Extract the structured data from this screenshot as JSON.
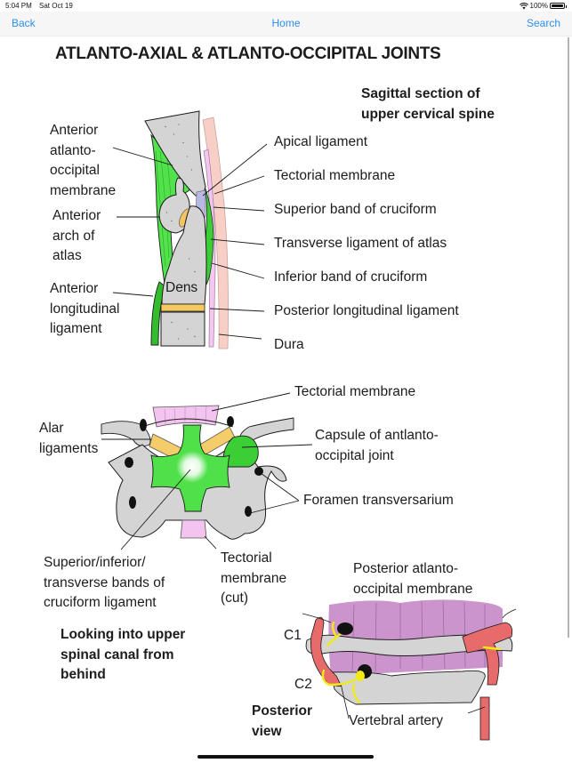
{
  "status_bar": {
    "time": "5:04 PM",
    "date": "Sat Oct 19",
    "wifi_icon": "wifi-icon",
    "battery_percent": "100%",
    "battery_level": 1.0,
    "battery_icon": "battery-icon"
  },
  "nav": {
    "back_label": "Back",
    "home_label": "Home",
    "search_label": "Search",
    "accent_color": "#2f8ff0"
  },
  "page": {
    "title": "ATLANTO-AXIAL & ATLANTO-OCCIPITAL JOINTS"
  },
  "sagittal_section": {
    "heading": [
      "Sagittal section of",
      "upper cervical spine"
    ],
    "bone_label": "Dens",
    "left_labels": [
      {
        "lines": [
          "Anterior",
          "atlanto-",
          "occipital",
          "membrane"
        ]
      },
      {
        "lines": [
          "Anterior",
          "arch of",
          "atlas"
        ]
      },
      {
        "lines": [
          "Anterior",
          "longitudinal",
          "ligament"
        ]
      }
    ],
    "right_labels": [
      "Apical ligament",
      "Tectorial membrane",
      "Superior band of cruciform",
      "Transverse ligament of atlas",
      "Inferior band of cruciform",
      "Posterior longitudinal ligament",
      "Dura"
    ]
  },
  "canal_view": {
    "caption": [
      "Looking into upper",
      "spinal canal from",
      "behind"
    ],
    "labels": {
      "tectorial_membrane": "Tectorial membrane",
      "alar_ligaments": [
        "Alar",
        "ligaments"
      ],
      "capsule": [
        "Capsule of antlanto-",
        "occipital joint"
      ],
      "foramen": "Foramen transversarium",
      "cruciform": [
        "Superior/inferior/",
        "transverse bands of",
        "cruciform ligament"
      ],
      "tectorial_cut": [
        "Tectorial",
        "membrane",
        "(cut)"
      ]
    }
  },
  "posterior_view": {
    "caption": [
      "Posterior",
      "view"
    ],
    "labels": {
      "membrane": [
        "Posterior atlanto-",
        "occipital membrane"
      ],
      "c1": "C1",
      "c2": "C2",
      "artery": "Vertebral artery"
    }
  },
  "colors": {
    "bone": "#d4d4d4",
    "ligament_green": "#4fe04a",
    "ligament_dark_green": "#2fb82a",
    "alar_tan": "#f5cc6a",
    "tectorial_pink": "#f3c4ef",
    "membrane_purple": "#cc94cc",
    "artery_red": "#e86b6b",
    "nerve_yellow": "#f2ea14",
    "dura_pink": "#f7cfc7"
  }
}
